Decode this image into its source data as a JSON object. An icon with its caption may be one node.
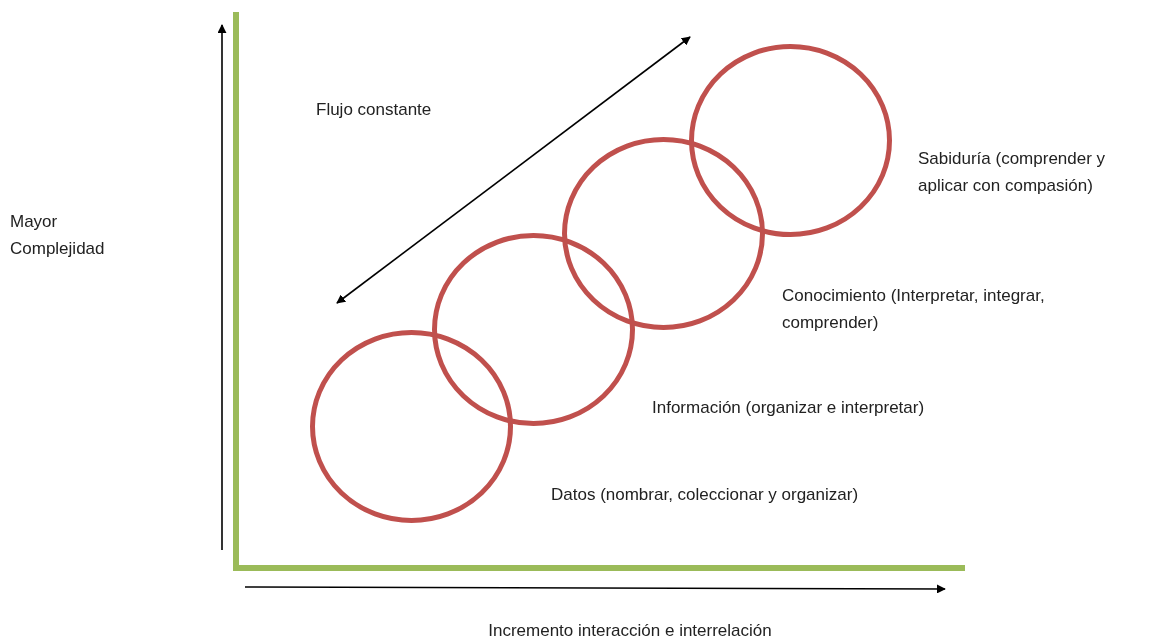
{
  "diagram": {
    "nodes": [
      {
        "text": [],
        "shape": "circle",
        "beside": [
          "Datos (nombrar, coleccionar y organizar)"
        ]
      },
      {
        "text": [],
        "shape": "circle",
        "beside": [
          "Información (organizar e interpretar)"
        ]
      },
      {
        "text": [],
        "shape": "circle",
        "beside": [
          "Conocimiento (Interpretar, integrar, comprender)"
        ]
      },
      {
        "text": [],
        "shape": "circle",
        "beside": [
          "Sabiduría (comprender y aplicar con compasión)"
        ]
      }
    ],
    "edges": [],
    "labels": [
      "Flujo constante",
      "Mayor Complejidad",
      "Incremento interacción e interrelación"
    ]
  }
}
